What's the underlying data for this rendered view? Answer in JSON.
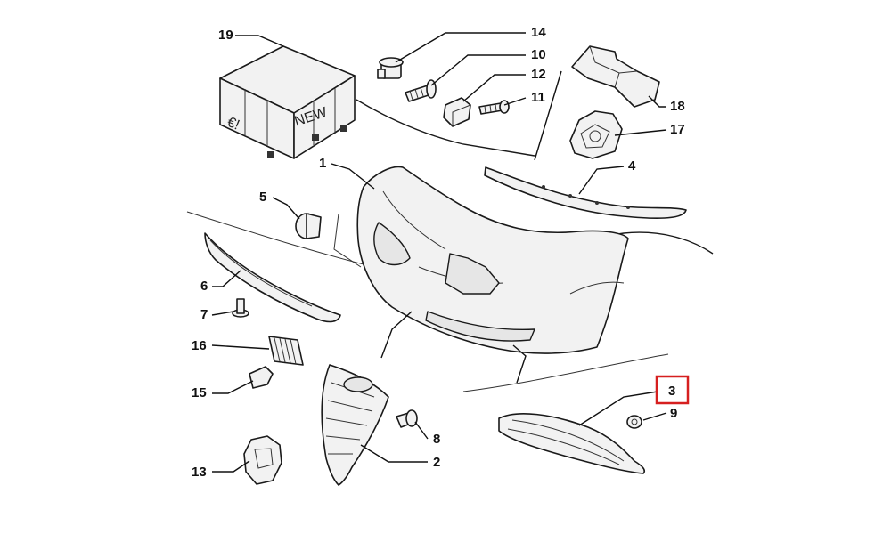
{
  "diagram": {
    "box_labels": {
      "new": "NEW",
      "euro": "€!"
    },
    "callouts": [
      "19",
      "14",
      "10",
      "12",
      "11",
      "18",
      "17",
      "4",
      "1",
      "5",
      "6",
      "7",
      "16",
      "15",
      "13",
      "2",
      "8",
      "3",
      "9"
    ],
    "highlighted_callout": "3",
    "highlight_color": "#d61f1f"
  }
}
